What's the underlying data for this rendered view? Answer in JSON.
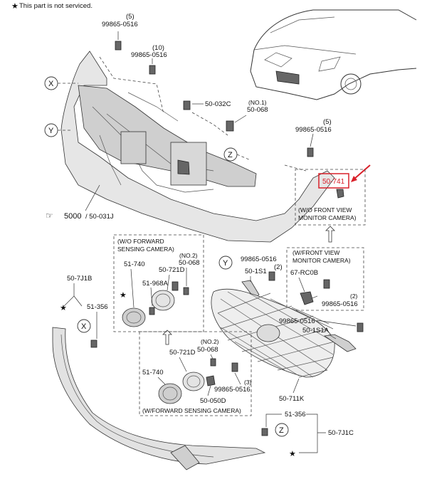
{
  "note": "This part is not serviced.",
  "labels": {
    "bolt_top": {
      "qty": "(5)",
      "code": "99865-0516"
    },
    "bolt_upper": {
      "qty": "(10)",
      "code": "99865-0516"
    },
    "clip_032c": "50-032C",
    "clip_068_no1": {
      "qty": "(NO.1)",
      "code": "50-068"
    },
    "bolt_right": {
      "qty": "(5)",
      "code": "99865-0516"
    },
    "highlight": "50-741",
    "wo_front_view": [
      "(W/O FRONT VIEW",
      "MONITOR CAMERA)"
    ],
    "bumper_ref": "5000",
    "bumper_ref2": "/ 50-031J",
    "wo_forward": [
      "(W/O FORWARD",
      "SENSING CAMERA)"
    ],
    "p_51740_a": "51-740",
    "p_50721d_a": "50-721D",
    "p_50068_no2_a": {
      "qty": "(NO.2)",
      "code": "50-068"
    },
    "p_51968a": "51-968A",
    "p_99865_y": {
      "code": "99865-0516",
      "qty": "(2)"
    },
    "p_501s1": "50-1S1",
    "w_front_view": [
      "(W/FRONT VIEW",
      "MONITOR CAMERA)"
    ],
    "p_67rc0b": "67-RC0B",
    "p_99865_2b": {
      "qty": "(2)",
      "code": "99865-0516"
    },
    "p_507j1b": "50-7J1B",
    "p_51356_a": "51-356",
    "p_99865_c": "99865-0516",
    "p_501s1a": "50-1S1A",
    "p_50721d_b": "50-721D",
    "p_50068_no2_b": {
      "qty": "(NO.2)",
      "code": "50-068"
    },
    "p_51740_b": "51-740",
    "p_99865_3": {
      "qty": "(3)",
      "code": "99865-0516"
    },
    "p_50050d": "50-050D",
    "w_forward": "(W/FORWARD SENSING CAMERA)",
    "p_50711k": "50-711K",
    "p_51356_b": "51-356",
    "p_507j1c": "50-7J1C"
  },
  "callouts": {
    "x": "X",
    "y": "Y",
    "z": "Z"
  },
  "icons": {
    "star": "star-icon",
    "arrow": "red-arrow-icon",
    "pointer": "pointing-hand-icon"
  },
  "colors": {
    "highlight": "#d9202a",
    "line": "#333333"
  }
}
